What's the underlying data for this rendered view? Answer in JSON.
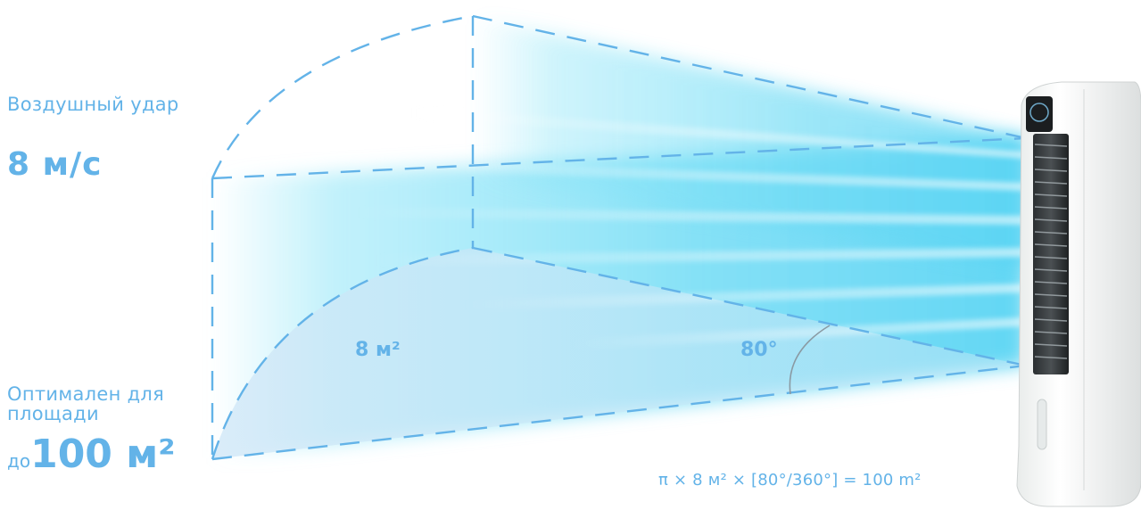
{
  "air_throw": {
    "label": "Воздушный удар",
    "value": "8 м/с"
  },
  "area": {
    "label": "Оптимален для площади",
    "prefix": "до",
    "value": "100 м²"
  },
  "cone": {
    "area_label": "8 м²",
    "angle_label": "80°"
  },
  "formula": "π × 8 м² × [80°/360°] = 100 m²",
  "colors": {
    "accent": "#63b3e8",
    "airflow": "#7fe0f6",
    "dashed_line": "#63b3e8",
    "floor_fill": "#d6eaf8"
  },
  "icons": {
    "device": "tower-fan-icon"
  }
}
